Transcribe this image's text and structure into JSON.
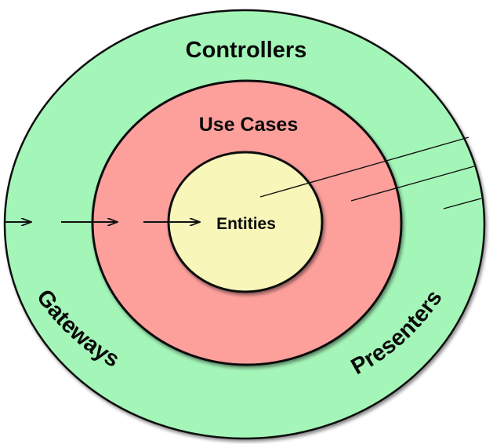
{
  "diagram": {
    "rings": {
      "outer": {
        "label": "Controllers",
        "fill": "#a4f5b8"
      },
      "middle": {
        "label": "Use Cases",
        "fill": "#fda09c"
      },
      "inner": {
        "label": "Entities",
        "fill": "#f8f6b8"
      }
    },
    "outer_labels": {
      "left": "Gateways",
      "right": "Presenters"
    },
    "colors": {
      "stroke": "#111111",
      "background": "#ffffff"
    }
  }
}
